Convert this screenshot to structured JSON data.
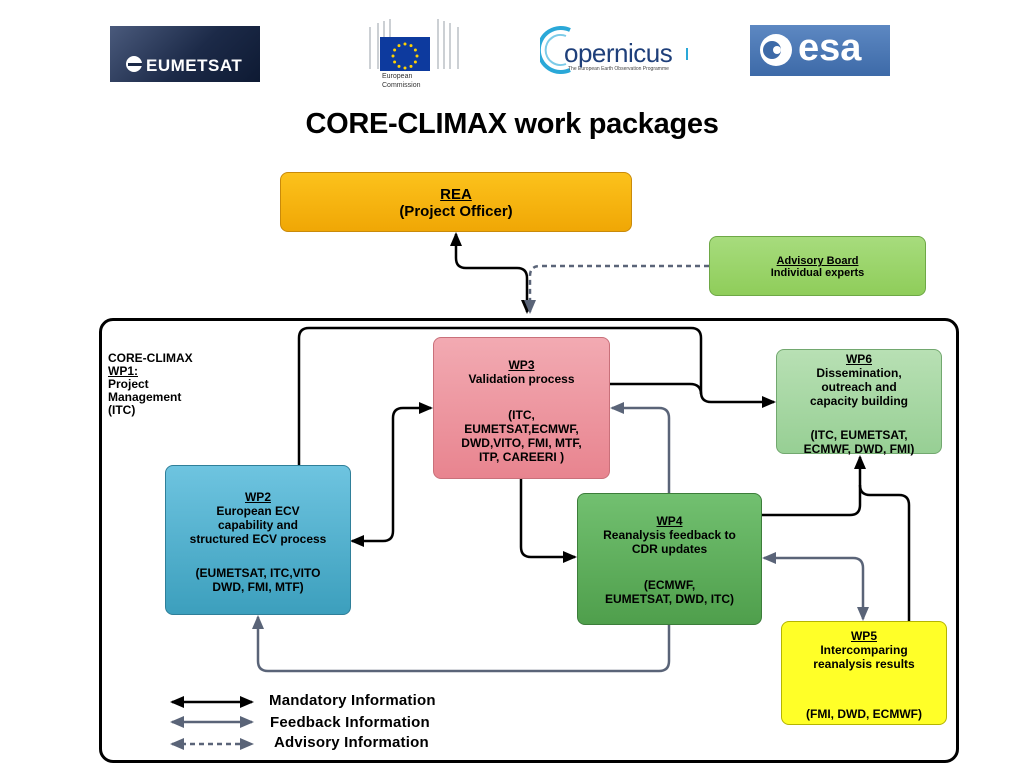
{
  "logos": {
    "eumetsat": "EUMETSAT",
    "ec_line1": "European",
    "ec_line2": "Commission",
    "copernicus": "opernicus",
    "copernicus_tagline": "The European Earth Observation Programme",
    "esa": "esa"
  },
  "title": "CORE-CLIMAX work packages",
  "rea": {
    "name": "REA",
    "role": "(Project Officer)"
  },
  "advisory_board": {
    "name": "Advisory Board",
    "members": "Individual experts"
  },
  "wp1": {
    "project": "CORE-CLIMAX",
    "name": "WP1:",
    "line1": "Project",
    "line2": "Management",
    "partners": "(ITC)"
  },
  "wp3": {
    "name": "WP3",
    "title": "Validation process",
    "partners_1": "(ITC,",
    "partners_2": "EUMETSAT,ECMWF,",
    "partners_3": "DWD,VITO, FMI, MTF,",
    "partners_4": "ITP, CAREERI )"
  },
  "wp6": {
    "name": "WP6",
    "title_1": "Dissemination,",
    "title_2": "outreach and",
    "title_3": "capacity building",
    "partners_1": "(ITC, EUMETSAT,",
    "partners_2": "ECMWF, DWD, FMI)"
  },
  "wp2": {
    "name": "WP2",
    "title_1": "European ECV",
    "title_2": "capability and",
    "title_3": "structured ECV process",
    "partners_1": "(EUMETSAT, ITC,VITO",
    "partners_2": "DWD, FMI, MTF)"
  },
  "wp4": {
    "name": "WP4",
    "title_1": "Reanalysis feedback to",
    "title_2": "CDR updates",
    "partners_1": "(ECMWF,",
    "partners_2": "EUMETSAT, DWD, ITC)"
  },
  "wp5": {
    "name": "WP5",
    "title_1": "Intercomparing",
    "title_2": "reanalysis results",
    "partners": "(FMI, DWD, ECMWF)"
  },
  "legend": {
    "mandatory": "Mandatory Information",
    "feedback": "Feedback Information",
    "advisory": "Advisory Information"
  },
  "colors": {
    "mandatory": "#000000",
    "feedback": "#5a6478",
    "advisory": "#5a6478"
  }
}
